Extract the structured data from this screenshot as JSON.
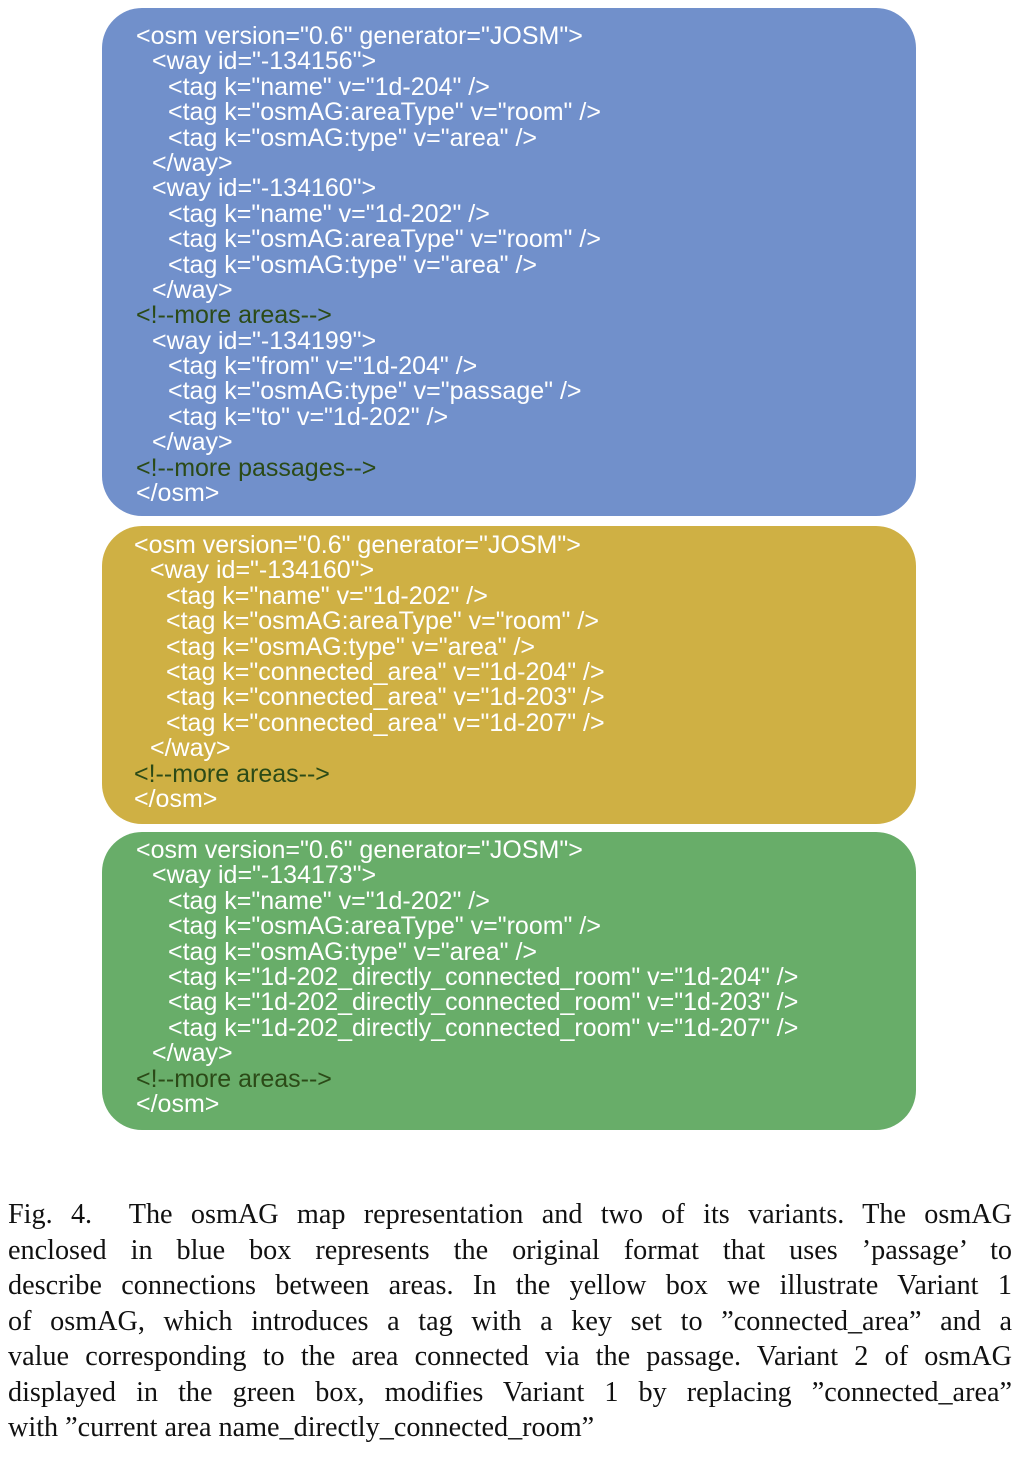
{
  "colors": {
    "blue_box": "#7190cb",
    "yellow_box": "#cfb044",
    "green_box": "#68ad69",
    "code_text": "#ffffff",
    "comment_text": "#2b4a17"
  },
  "blue_box": {
    "lines": [
      {
        "text": "<osm version=\"0.6\" generator=\"JOSM\">",
        "indent": 0,
        "comment": false
      },
      {
        "text": "<way id=\"-134156\">",
        "indent": 1,
        "comment": false
      },
      {
        "text": "<tag k=\"name\" v=\"1d-204\" />",
        "indent": 2,
        "comment": false
      },
      {
        "text": "<tag k=\"osmAG:areaType\" v=\"room\" />",
        "indent": 2,
        "comment": false
      },
      {
        "text": "<tag k=\"osmAG:type\" v=\"area\" />",
        "indent": 2,
        "comment": false
      },
      {
        "text": "</way>",
        "indent": 1,
        "comment": false
      },
      {
        "text": "<way id=\"-134160\">",
        "indent": 1,
        "comment": false
      },
      {
        "text": "<tag k=\"name\" v=\"1d-202\" />",
        "indent": 2,
        "comment": false
      },
      {
        "text": "<tag k=\"osmAG:areaType\" v=\"room\" />",
        "indent": 2,
        "comment": false
      },
      {
        "text": "<tag k=\"osmAG:type\" v=\"area\" />",
        "indent": 2,
        "comment": false
      },
      {
        "text": "</way>",
        "indent": 1,
        "comment": false
      },
      {
        "text": "<!--more areas-->",
        "indent": 0,
        "comment": true
      },
      {
        "text": "<way id=\"-134199\">",
        "indent": 1,
        "comment": false
      },
      {
        "text": "<tag k=\"from\" v=\"1d-204\" />",
        "indent": 2,
        "comment": false
      },
      {
        "text": "<tag k=\"osmAG:type\" v=\"passage\" />",
        "indent": 2,
        "comment": false
      },
      {
        "text": "<tag k=\"to\" v=\"1d-202\" />",
        "indent": 2,
        "comment": false
      },
      {
        "text": "</way>",
        "indent": 1,
        "comment": false
      },
      {
        "text": "<!--more passages-->",
        "indent": 0,
        "comment": true
      },
      {
        "text": "</osm>",
        "indent": 0,
        "comment": false
      }
    ]
  },
  "yellow_box": {
    "lines": [
      {
        "text": "<osm version=\"0.6\" generator=\"JOSM\">",
        "indent": 0,
        "comment": false
      },
      {
        "text": "<way id=\"-134160\">",
        "indent": 1,
        "comment": false
      },
      {
        "text": "<tag k=\"name\" v=\"1d-202\" />",
        "indent": 2,
        "comment": false
      },
      {
        "text": "<tag k=\"osmAG:areaType\" v=\"room\" />",
        "indent": 2,
        "comment": false
      },
      {
        "text": "<tag k=\"osmAG:type\" v=\"area\" />",
        "indent": 2,
        "comment": false
      },
      {
        "text": "<tag k=\"connected_area\" v=\"1d-204\" />",
        "indent": 2,
        "comment": false
      },
      {
        "text": "<tag k=\"connected_area\" v=\"1d-203\" />",
        "indent": 2,
        "comment": false
      },
      {
        "text": "<tag k=\"connected_area\" v=\"1d-207\" />",
        "indent": 2,
        "comment": false
      },
      {
        "text": "</way>",
        "indent": 1,
        "comment": false
      },
      {
        "text": "<!--more areas-->",
        "indent": 0,
        "comment": true
      },
      {
        "text": "</osm>",
        "indent": 0,
        "comment": false
      }
    ]
  },
  "green_box": {
    "lines": [
      {
        "text": "<osm version=\"0.6\" generator=\"JOSM\">",
        "indent": 0,
        "comment": false
      },
      {
        "text": "<way id=\"-134173\">",
        "indent": 1,
        "comment": false
      },
      {
        "text": "<tag k=\"name\" v=\"1d-202\" />",
        "indent": 2,
        "comment": false
      },
      {
        "text": "<tag k=\"osmAG:areaType\" v=\"room\" />",
        "indent": 2,
        "comment": false
      },
      {
        "text": "<tag k=\"osmAG:type\" v=\"area\" />",
        "indent": 2,
        "comment": false
      },
      {
        "text": "<tag k=\"1d-202_directly_connected_room\" v=\"1d-204\" />",
        "indent": 2,
        "comment": false
      },
      {
        "text": "<tag k=\"1d-202_directly_connected_room\" v=\"1d-203\" />",
        "indent": 2,
        "comment": false
      },
      {
        "text": "<tag k=\"1d-202_directly_connected_room\" v=\"1d-207\" />",
        "indent": 2,
        "comment": false
      },
      {
        "text": "</way>",
        "indent": 1,
        "comment": false
      },
      {
        "text": "<!--more areas-->",
        "indent": 0,
        "comment": true
      },
      {
        "text": "</osm>",
        "indent": 0,
        "comment": false
      }
    ]
  },
  "caption": {
    "lines": [
      "Fig. 4.  The osmAG map representation and two of its variants. The osmAG",
      "enclosed in blue box represents the original format that uses ’passage’ to",
      "describe connections between areas. In the yellow box we illustrate Variant 1",
      "of osmAG, which introduces a tag with a key set to ”connected_area” and a",
      "value corresponding to the area connected via the passage. Variant 2 of osmAG",
      "displayed in the green box, modifies Variant 1 by replacing ”connected_area”",
      "with ”current area name_directly_connected_room”"
    ]
  }
}
